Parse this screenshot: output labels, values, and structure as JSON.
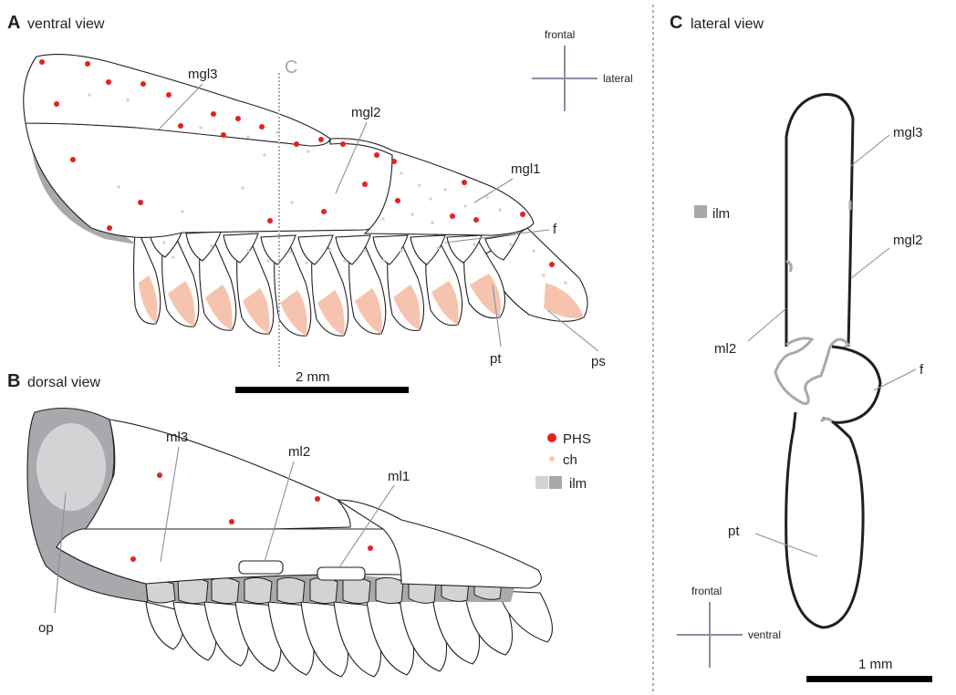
{
  "panels": {
    "a": {
      "letter": "A",
      "title": "ventral view"
    },
    "b": {
      "letter": "B",
      "title": "dorsal view"
    },
    "c": {
      "letter": "C",
      "title": "lateral view"
    }
  },
  "section_marker": "C",
  "orientation_a": {
    "vertical": "frontal",
    "horizontal": "lateral"
  },
  "orientation_c": {
    "vertical": "frontal",
    "horizontal": "ventral"
  },
  "labels_a": {
    "mgl3": "mgl3",
    "mgl2": "mgl2",
    "mgl1": "mgl1",
    "f": "f",
    "pt": "pt",
    "ps": "ps"
  },
  "labels_b": {
    "ml3": "ml3",
    "ml2": "ml2",
    "ml1": "ml1",
    "op": "op"
  },
  "labels_c": {
    "mgl3": "mgl3",
    "mgl2": "mgl2",
    "ml2": "ml2",
    "f": "f",
    "pt": "pt"
  },
  "legend_b": [
    {
      "symbol": "dot-red",
      "label": "PHS"
    },
    {
      "symbol": "dot-peach",
      "label": "ch"
    },
    {
      "symbol": "swatch-grey-pair",
      "label": "ilm"
    }
  ],
  "legend_c": {
    "label": "ilm"
  },
  "scalebar_a": "2 mm",
  "scalebar_c": "1 mm",
  "colors": {
    "phs_red": "#e2231a",
    "ch_peach": "#f8c9ad",
    "pad_peach": "#f6c4ae",
    "ilm_dark": "#a7a9ac",
    "ilm_light": "#d1d3d4",
    "leader_line": "#8a8fa3",
    "outline": "#231f20",
    "divider": "#8b8fb5"
  }
}
